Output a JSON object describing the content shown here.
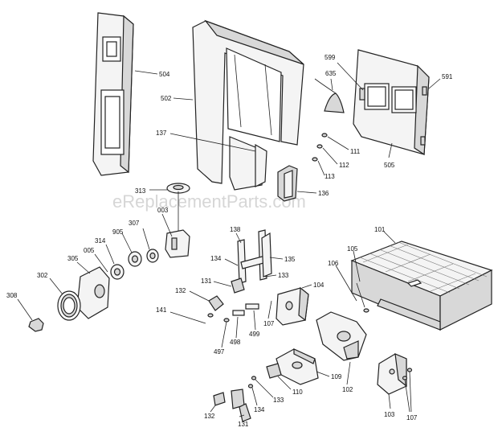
{
  "watermark": "eReplacementParts.com",
  "part_labels": {
    "p504": "504",
    "p502": "502",
    "p599": "599",
    "p635": "635",
    "p591": "591",
    "p137": "137",
    "p111": "111",
    "p112": "112",
    "p113": "113",
    "p505": "505",
    "p313": "313",
    "p136": "136",
    "p003": "003",
    "p307": "307",
    "p905": "905",
    "p314": "314",
    "p005": "005",
    "p305": "305",
    "p302": "302",
    "p308": "308",
    "p138": "138",
    "p135": "135",
    "p134a": "134",
    "p133a": "133",
    "p131a": "131",
    "p104": "104",
    "p101": "101",
    "p106": "106",
    "p105": "105",
    "p132a": "132",
    "p141": "141",
    "p107a": "107",
    "p497": "497",
    "p498": "498",
    "p499": "499",
    "p109": "109",
    "p102": "102",
    "p110": "110",
    "p103": "103",
    "p107b": "107",
    "p133b": "133",
    "p134b": "134",
    "p132b": "132",
    "p131b": "131"
  }
}
